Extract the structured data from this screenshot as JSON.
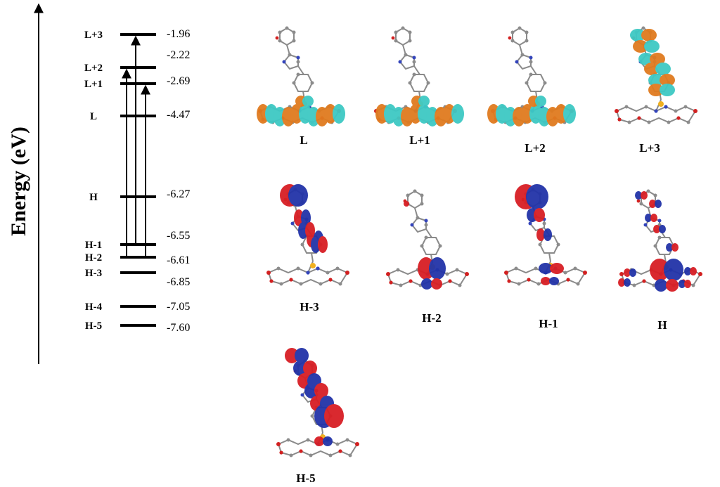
{
  "axis_title": "Energy (eV)",
  "colors": {
    "lumo_lobe_a": "#e07b1f",
    "lumo_lobe_b": "#3ec9c4",
    "homo_lobe_a": "#d81e24",
    "homo_lobe_b": "#2233a8",
    "atom_carbon": "#8c8c8c",
    "atom_hydrogen": "#e8e8e8",
    "atom_oxygen": "#d22020",
    "atom_nitrogen": "#3344bb",
    "atom_metal": "#f0b020"
  },
  "levels": [
    {
      "id": "l3",
      "label": "L+3",
      "energy": "-1.96"
    },
    {
      "id": "l2",
      "label": "L+2",
      "energy": "-2.22"
    },
    {
      "id": "l1",
      "label": "L+1",
      "energy": "-2.69"
    },
    {
      "id": "l",
      "label": "L",
      "energy": "-4.47"
    },
    {
      "id": "h",
      "label": "H",
      "energy": "-6.27"
    },
    {
      "id": "h1",
      "label": "H-1",
      "energy": "-6.55"
    },
    {
      "id": "h2",
      "label": "H-2",
      "energy": "-6.61"
    },
    {
      "id": "h3",
      "label": "H-3",
      "energy": "-6.85"
    },
    {
      "id": "h4",
      "label": "H-4",
      "energy": "-7.05"
    },
    {
      "id": "h5",
      "label": "H-5",
      "energy": "-7.60"
    }
  ],
  "transitions": [
    {
      "from": "H-1",
      "to": "L+3"
    },
    {
      "from": "H-2",
      "to": "L+2"
    },
    {
      "from": "H-2",
      "to": "L+1"
    }
  ],
  "orbitals": [
    {
      "id": "L",
      "caption": "L",
      "kind": "unoccupied"
    },
    {
      "id": "L+1",
      "caption": "L+1",
      "kind": "unoccupied"
    },
    {
      "id": "L+2",
      "caption": "L+2",
      "kind": "unoccupied"
    },
    {
      "id": "L+3",
      "caption": "L+3",
      "kind": "unoccupied"
    },
    {
      "id": "H-3",
      "caption": "H-3",
      "kind": "occupied"
    },
    {
      "id": "H-2",
      "caption": "H-2",
      "kind": "occupied"
    },
    {
      "id": "H-1",
      "caption": "H-1",
      "kind": "occupied"
    },
    {
      "id": "H",
      "caption": "H",
      "kind": "occupied"
    },
    {
      "id": "H-5",
      "caption": "H-5",
      "kind": "occupied"
    }
  ]
}
